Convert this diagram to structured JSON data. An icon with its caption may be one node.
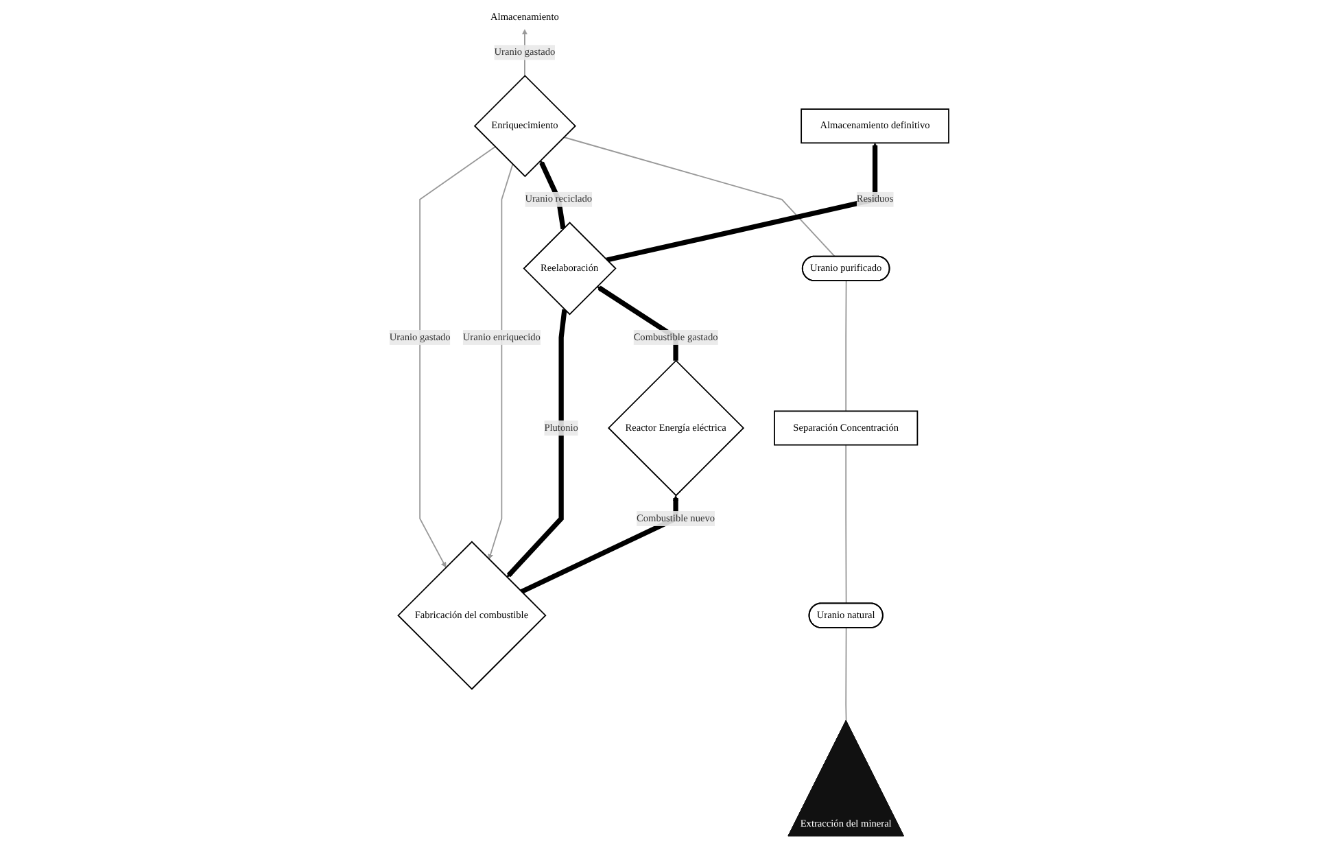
{
  "diagram": {
    "nodes": [
      {
        "text": [
          "Almacenamiento"
        ]
      },
      {
        "text": [
          "Fabricación del combustible"
        ]
      },
      {
        "text": [
          "Enriquecimiento"
        ]
      },
      {
        "text": [
          "Reactor Energía eléctrica"
        ]
      },
      {
        "text": [
          "Uranio purificado"
        ]
      },
      {
        "text": [
          "Separación Concentración"
        ]
      },
      {
        "text": [
          "Reelaboración"
        ]
      },
      {
        "text": [
          "Uranio natural"
        ]
      },
      {
        "text": [
          "Almacenamiento definitivo"
        ]
      },
      {
        "text": [
          "Extracción del mineral"
        ]
      }
    ],
    "edges": [
      {
        "from": 9,
        "to": 7,
        "arrow": "none"
      },
      {
        "from": 7,
        "to": 5,
        "arrow": "none"
      },
      {
        "from": 5,
        "to": 4,
        "arrow": "none"
      },
      {
        "from": 4,
        "to": 2,
        "arrow": "none"
      },
      {
        "from": 2,
        "to": 0,
        "label": "Uranio gastado",
        "arrow": "to"
      },
      {
        "from": 2,
        "to": 1,
        "label": "Uranio enriquecido",
        "arrow": "to"
      },
      {
        "from": 2,
        "to": 1,
        "label": "Uranio gastado",
        "arrow": "to"
      },
      {
        "from": 1,
        "to": 3,
        "label": "Combustible nuevo",
        "arrow": "to",
        "style": "thick",
        "color": "#000000"
      },
      {
        "from": 3,
        "to": 6,
        "label": "Combustible gastado",
        "arrow": "to",
        "style": "thick",
        "color": "#000000"
      },
      {
        "from": 6,
        "to": 2,
        "label": "Uranio reciclado",
        "arrow": "to",
        "style": "thick",
        "color": "#000000"
      },
      {
        "from": 6,
        "to": 1,
        "label": "Plutonio",
        "arrow": "to",
        "style": "thick",
        "color": "#000000"
      },
      {
        "from": 6,
        "to": 8,
        "label": "Residuos",
        "arrow": "to",
        "style": "thick",
        "color": "#000000"
      }
    ]
  }
}
